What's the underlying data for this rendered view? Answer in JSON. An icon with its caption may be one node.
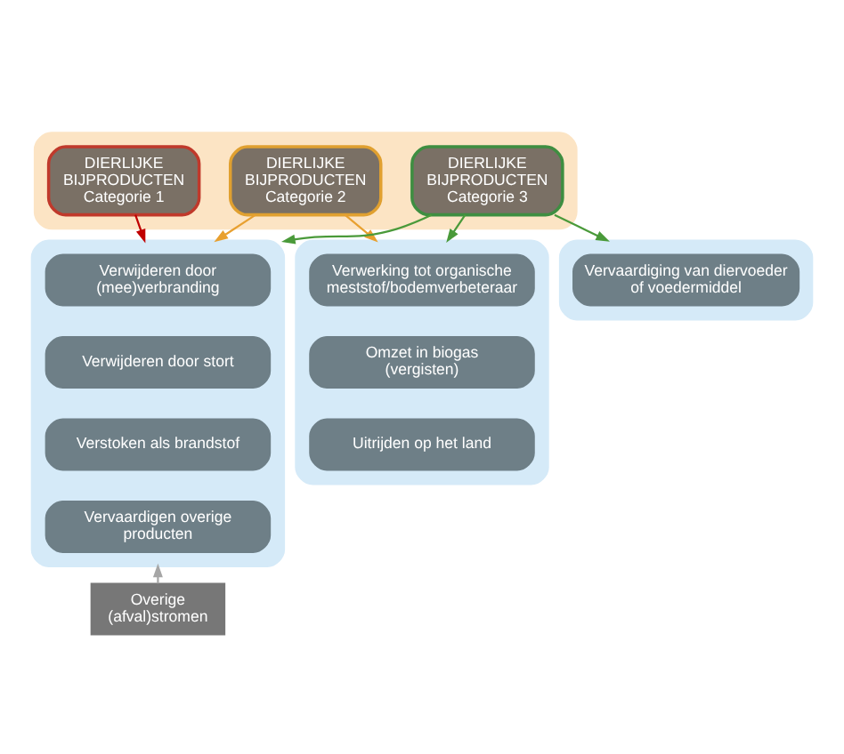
{
  "diagram": {
    "nodes": [
      {
        "text": [],
        "shape": "box"
      },
      {
        "text": [
          "DIERLIJKE BIJPRODUCTEN",
          "Categorie 1"
        ],
        "in": 0
      },
      {
        "text": [
          "DIERLIJKE BIJPRODUCTEN",
          "Categorie 2"
        ],
        "in": 0
      },
      {
        "text": [
          "DIERLIJKE BIJPRODUCTEN",
          "Categorie 3"
        ],
        "in": 0
      },
      {
        "text": [],
        "shape": "box"
      },
      {
        "text": [
          "Verwijderen door (mee)verbranding"
        ],
        "in": 4
      },
      {
        "text": [
          "Verwijderen door stort"
        ],
        "in": 4
      },
      {
        "text": [
          "Verstoken als brandstof"
        ],
        "in": 4
      },
      {
        "text": [
          "Vervaardigen overige producten"
        ],
        "in": 4
      },
      {
        "text": [],
        "shape": "box"
      },
      {
        "text": [
          "Verwerking tot organische meststof/bodemverbeteraar"
        ],
        "in": 9
      },
      {
        "text": [
          "Omzet in biogas (vergisten)"
        ],
        "in": 9
      },
      {
        "text": [
          "Uitrijden op het land"
        ],
        "in": 9
      },
      {
        "text": [],
        "shape": "box"
      },
      {
        "text": [
          "Vervaardiging van diervoeder of voedermiddel"
        ],
        "in": 13
      },
      {
        "text": [
          "Overige (afval)stromen"
        ]
      }
    ],
    "edges": [
      {
        "from": 1,
        "to": 4,
        "arrow": "to",
        "color": "#c00000"
      },
      {
        "from": 2,
        "to": 4,
        "arrow": "to",
        "color": "#e8a030"
      },
      {
        "from": 3,
        "to": 4,
        "arrow": "to",
        "color": "#4a9a3a"
      },
      {
        "from": 2,
        "to": 9,
        "arrow": "to",
        "color": "#e8a030"
      },
      {
        "from": 3,
        "to": 9,
        "arrow": "to",
        "color": "#4a9a3a"
      },
      {
        "from": 3,
        "to": 13,
        "arrow": "to",
        "color": "#4a9a3a"
      },
      {
        "from": 15,
        "to": 4,
        "arrow": "to",
        "color": "#a6a6a6"
      }
    ]
  }
}
